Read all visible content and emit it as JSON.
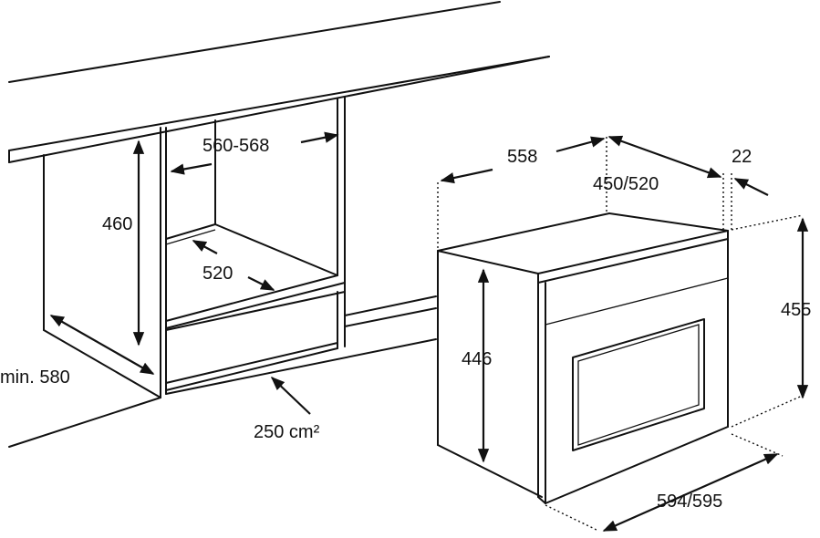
{
  "dimensions": {
    "niche_width": "560-568",
    "niche_height": "460",
    "niche_depth": "520",
    "min_depth": "min. 580",
    "ventilation": "250 cm²",
    "oven_width": "558",
    "oven_depth": "450/520",
    "front_offset": "22",
    "oven_height_front": "455",
    "oven_height_body": "446",
    "front_width": "594/595"
  }
}
